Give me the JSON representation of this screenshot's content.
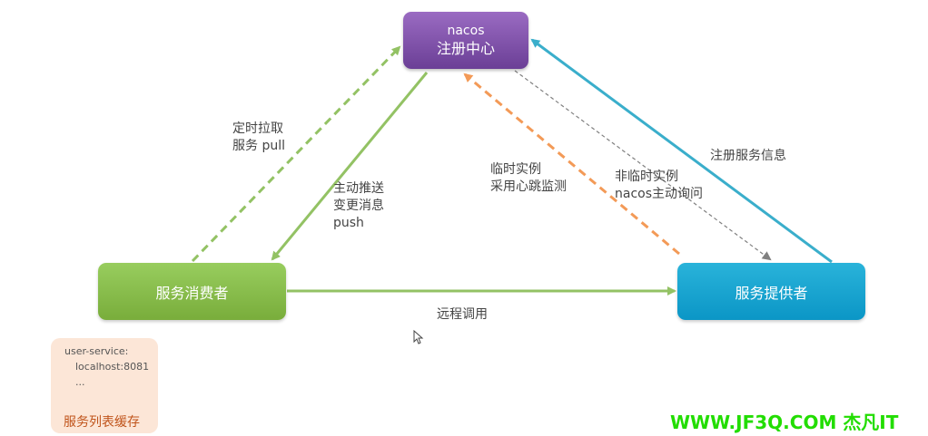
{
  "nodes": {
    "nacos": {
      "line1": "nacos",
      "line2": "注册中心"
    },
    "consumer": "服务消费者",
    "provider": "服务提供者"
  },
  "labels": {
    "pull_line1": "定时拉取",
    "pull_line2": "服务 pull",
    "push_line1": "主动推送",
    "push_line2": "变更消息",
    "push_line3": "push",
    "temp_line1": "临时实例",
    "temp_line2": "采用心跳监测",
    "nontemp_line1": "非临时实例",
    "nontemp_line2": "nacos主动询问",
    "register": "注册服务信息",
    "remote_call": "远程调用"
  },
  "cache": {
    "line1": "user-service:",
    "line2": "localhost:8081",
    "line3": "...",
    "title": "服务列表缓存"
  },
  "watermark": "WWW.JF3Q.COM 杰凡IT",
  "colors": {
    "nacos": "#7a4ca5",
    "consumer": "#86bd4a",
    "provider": "#16a3cf",
    "green_arrow": "#93c264",
    "orange_dashed": "#f39a57",
    "gray_dashed": "#808080",
    "teal_arrow": "#3aaecb",
    "watermark": "#22dd00"
  },
  "icons": {
    "cursor": "mouse-pointer-icon"
  }
}
